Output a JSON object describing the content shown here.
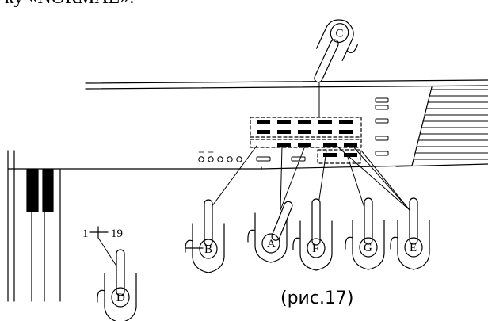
{
  "header_text": "ку «NORMAL».",
  "figure_caption": "(рис.17)",
  "range_label": {
    "start": "1",
    "end": "19"
  },
  "pointers": [
    {
      "letter": "C"
    },
    {
      "letter": "B"
    },
    {
      "letter": "A"
    },
    {
      "letter": "F"
    },
    {
      "letter": "G"
    },
    {
      "letter": "E"
    },
    {
      "letter": "D"
    }
  ]
}
